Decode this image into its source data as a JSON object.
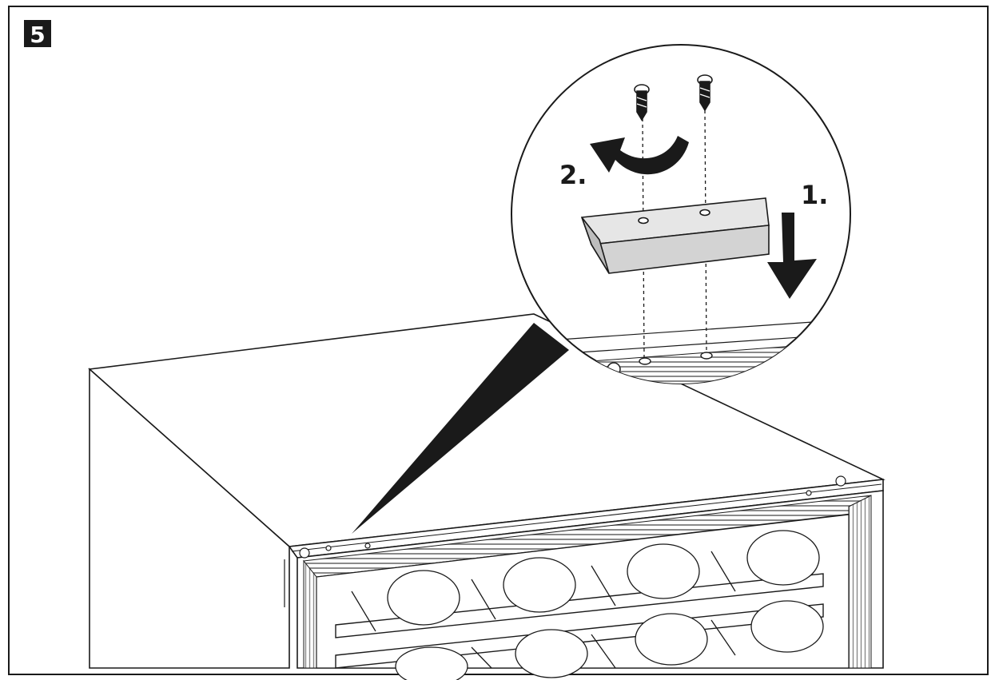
{
  "diagram": {
    "step_number": "5",
    "labels": {
      "step_one": "1.",
      "step_two": "2."
    },
    "colors": {
      "ink": "#1a1a1a",
      "bracket_fill": "#d3d3d3",
      "bracket_top": "#e6e6e6",
      "background": "#ffffff"
    },
    "icons": [
      "screw-icon",
      "screw-icon",
      "curved-arrow-icon",
      "down-arrow-icon"
    ]
  }
}
